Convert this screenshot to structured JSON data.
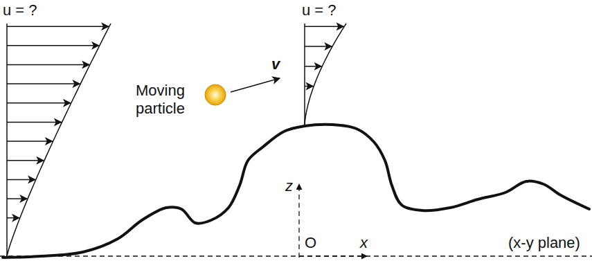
{
  "diagram": {
    "labels": [
      "u = ?",
      "u = ?",
      "Moving particle",
      "v",
      "z",
      "O",
      "x",
      "(x-y plane)"
    ]
  }
}
